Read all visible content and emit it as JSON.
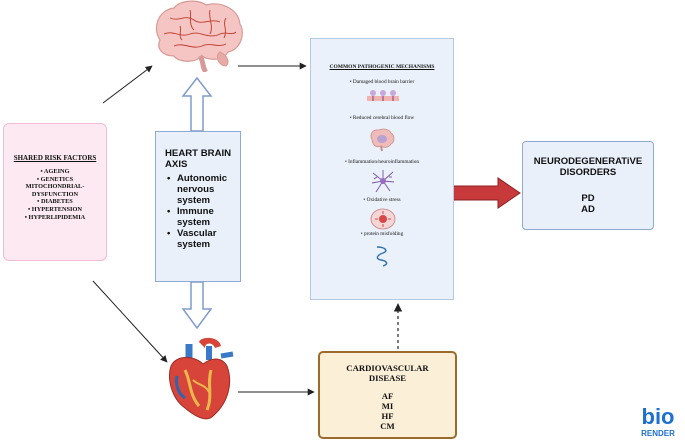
{
  "risk_factors": {
    "title": "SHARED RISK FACTORS",
    "items": [
      "• AGEING",
      "• GENETICS",
      "MITOCHONDRIAL-",
      "DYSFUNCTION",
      "• DIABETES",
      "• HYPERTENSION",
      "• HYPERLIPIDEMIA"
    ]
  },
  "axis": {
    "title_line1": "HEART BRAIN",
    "title_line2": "AXIS",
    "items": [
      "Autonomic nervous system",
      "Immune system",
      "Vascular system"
    ]
  },
  "mechanisms": {
    "title": "COMMON PATHOGENIC MECHANISMS",
    "items": [
      "• Damaged blood brain barrier",
      "• Reduced  cerebral blood flow",
      "• Inflammation/neuroinflammation",
      "• Oxidative stress",
      "• protein misfolding"
    ]
  },
  "neuro": {
    "title_line1": "NEURODEGENERATiVE",
    "title_line2": "DISORDERS",
    "items": [
      "PD",
      "AD"
    ]
  },
  "cvd": {
    "title_line1": "CARDIOVASCULAR",
    "title_line2": "DISEASE",
    "items": [
      "AF",
      "MI",
      "HF",
      "CM"
    ]
  },
  "logo": {
    "mark": "bio",
    "word": "RENDER"
  },
  "colors": {
    "brain": "#f4c5c2",
    "brain_vessels": "#c0392b",
    "heart": "#d6443a",
    "red_arrow": "#c7393a",
    "logo_blue": "#1f6fd1"
  },
  "icons": [
    "brain-icon",
    "heart-icon",
    "blood-brain-barrier-icon",
    "brain-small-icon",
    "microglia-icon",
    "oxidative-stress-icon",
    "protein-icon"
  ]
}
